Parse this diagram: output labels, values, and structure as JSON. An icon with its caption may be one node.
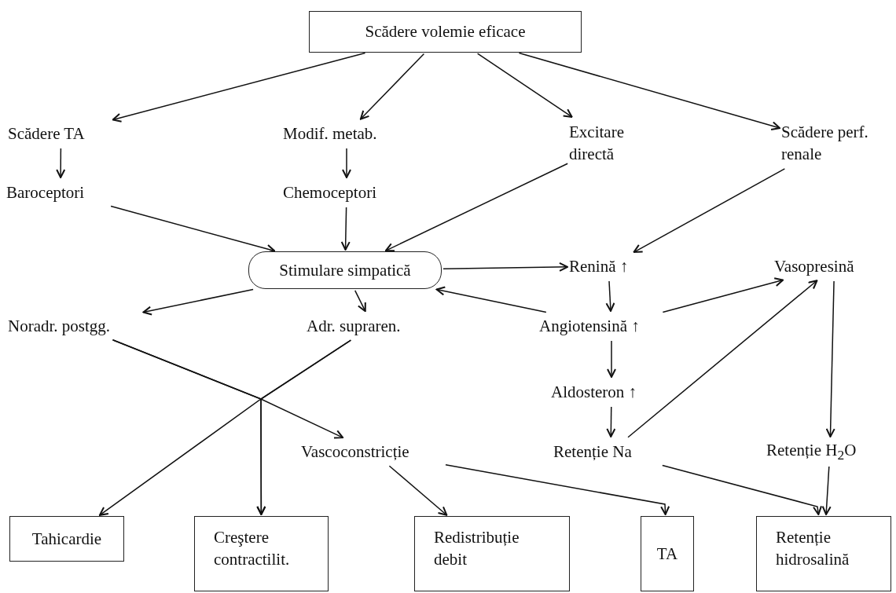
{
  "diagram": {
    "nodes": [
      {
        "text": [
          "Scădere volemie eficace"
        ]
      },
      {
        "text": [
          "Scădere TA"
        ]
      },
      {
        "text": [
          "Modif. metab."
        ]
      },
      {
        "text": [
          "Excitare directă"
        ]
      },
      {
        "text": [
          "Scădere perf. renale"
        ]
      },
      {
        "text": [
          "Baroceptori"
        ]
      },
      {
        "text": [
          "Chemoceptori"
        ]
      },
      {
        "text": [
          "Stimulare simpatică"
        ]
      },
      {
        "text": [
          "Renină ↑"
        ]
      },
      {
        "text": [
          "Vasopresină"
        ]
      },
      {
        "text": [
          "Noradr. postgg."
        ]
      },
      {
        "text": [
          "Adr. supraren."
        ]
      },
      {
        "text": [
          "Angiotensină ↑"
        ]
      },
      {
        "text": [
          "Aldosteron ↑"
        ]
      },
      {
        "text": [
          "Vascoconstricție"
        ]
      },
      {
        "text": [
          "Retenție Na"
        ]
      },
      {
        "text": [
          "Retenție H$_{2}$O"
        ]
      },
      {
        "text": [
          "Tahicardie"
        ]
      },
      {
        "text": [
          "Creştere contractilit."
        ]
      },
      {
        "text": [
          "Redistribuție debit"
        ]
      },
      {
        "text": [
          "TA"
        ]
      },
      {
        "text": [
          "Retenție hidrosalină"
        ]
      }
    ],
    "edges": [
      {
        "from": 0,
        "to": 1,
        "arrow": "to"
      },
      {
        "from": 0,
        "to": 2,
        "arrow": "to"
      },
      {
        "from": 0,
        "to": 3,
        "arrow": "to"
      },
      {
        "from": 0,
        "to": 4,
        "arrow": "to"
      },
      {
        "from": 1,
        "to": 5,
        "arrow": "to"
      },
      {
        "from": 2,
        "to": 6,
        "arrow": "to"
      },
      {
        "from": 5,
        "to": 7,
        "arrow": "to"
      },
      {
        "from": 6,
        "to": 7,
        "arrow": "to"
      },
      {
        "from": 3,
        "to": 7,
        "arrow": "to"
      },
      {
        "from": 4,
        "to": 8,
        "arrow": "to"
      },
      {
        "from": 7,
        "to": 8,
        "arrow": "to"
      },
      {
        "from": 7,
        "to": 10,
        "arrow": "to"
      },
      {
        "from": 7,
        "to": 11,
        "arrow": "to"
      },
      {
        "from": 12,
        "to": 7,
        "arrow": "to"
      },
      {
        "from": 8,
        "to": 12,
        "arrow": "to"
      },
      {
        "from": 12,
        "to": 9,
        "arrow": "to"
      },
      {
        "from": 15,
        "to": 9,
        "arrow": "to"
      },
      {
        "from": 12,
        "to": 13,
        "arrow": "to"
      },
      {
        "from": 13,
        "to": 15,
        "arrow": "to"
      },
      {
        "from": 9,
        "to": 16,
        "arrow": "to"
      },
      {
        "from": 10,
        "to": 14,
        "arrow": "to"
      },
      {
        "from": 11,
        "to": 17,
        "arrow": "to"
      },
      {
        "from": 10,
        "to": 18,
        "arrow": "to"
      },
      {
        "from": 11,
        "to": 18,
        "arrow": "to"
      },
      {
        "from": 14,
        "to": 19,
        "arrow": "to"
      },
      {
        "from": 14,
        "to": 20,
        "arrow": "to"
      },
      {
        "from": 15,
        "to": 21,
        "arrow": "to"
      },
      {
        "from": 16,
        "to": 21,
        "arrow": "to"
      }
    ]
  }
}
